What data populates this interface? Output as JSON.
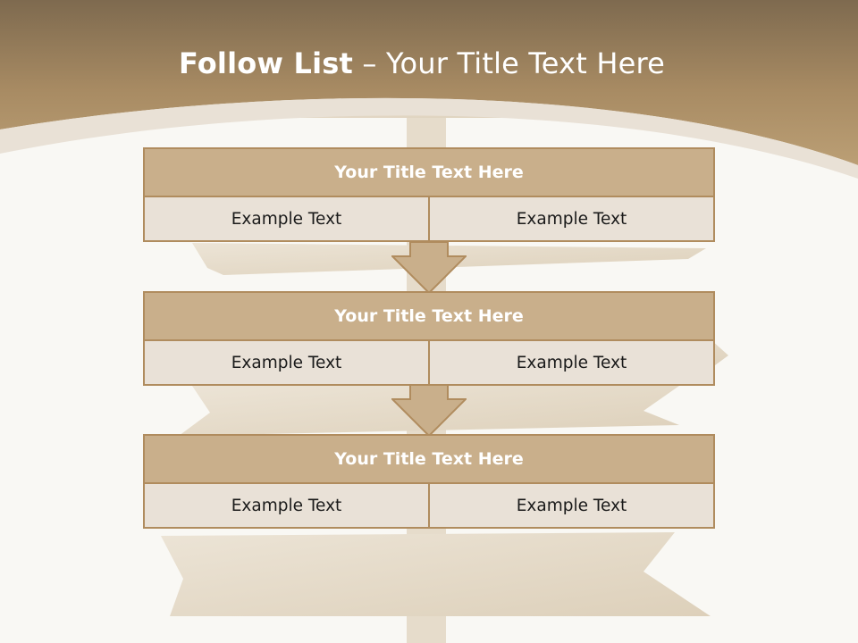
{
  "slide": {
    "title_bold": "Follow List",
    "title_rest": " – Your Title Text Here"
  },
  "blocks": [
    {
      "title": "Your Title Text Here",
      "left": "Example Text",
      "right": "Example Text"
    },
    {
      "title": "Your Title Text Here",
      "left": "Example Text",
      "right": "Example Text"
    },
    {
      "title": "Your Title Text Here",
      "left": "Example Text",
      "right": "Example Text"
    }
  ],
  "colors": {
    "banner": "#b99d74",
    "header_fill": "#c9af8b",
    "cell_fill": "#e9e1d7",
    "border": "#b08c5e"
  }
}
